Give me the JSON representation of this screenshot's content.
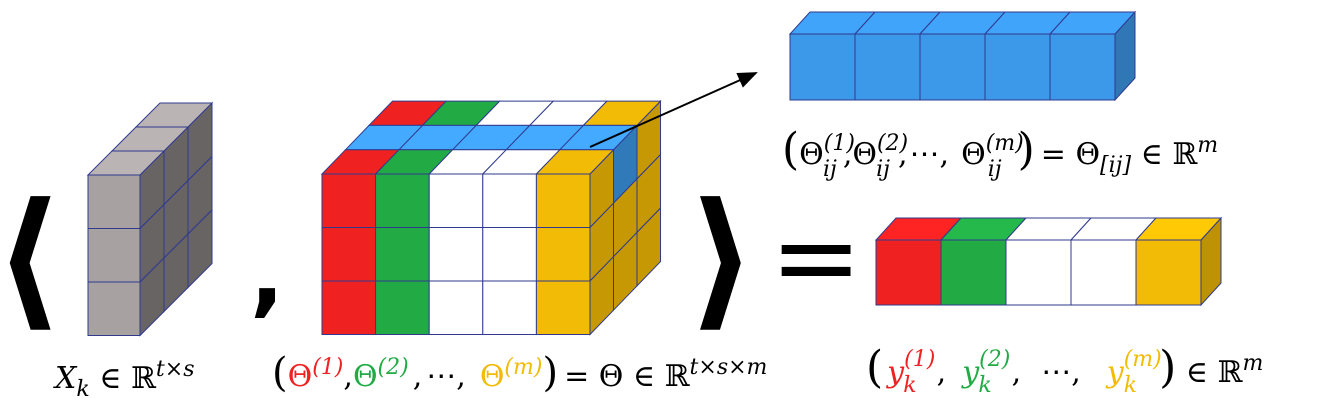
{
  "colors": {
    "red": "#ef2121",
    "green": "#22aa45",
    "white": "#ffffff",
    "yellow": "#f2bb05",
    "blue": "#3c98e8",
    "gray": "#a7a1a1",
    "edge": "#2f3a8f"
  },
  "labels": {
    "xk": "X",
    "xk_sub": "k",
    "xk_rest": " ∈ ℝ",
    "xk_sup": "t×s",
    "theta_eq": "= Θ ∈ ℝ",
    "theta_sup": "t×s×m",
    "theta_sym": "Θ",
    "sup_1": "(1)",
    "sup_2": "(2)",
    "sup_m": "(m)",
    "dots": "⋯",
    "theta_ij_rhs": "= Θ",
    "theta_ij_idx": "[ij]",
    "in_rm": " ∈ ℝ",
    "m": "m",
    "ij": "ij",
    "y": "y",
    "k": "k",
    "lparen": "(",
    "rparen": ")",
    "comma": ",",
    "langle": "⟨",
    "rangle": "⟩",
    "equals": "="
  }
}
